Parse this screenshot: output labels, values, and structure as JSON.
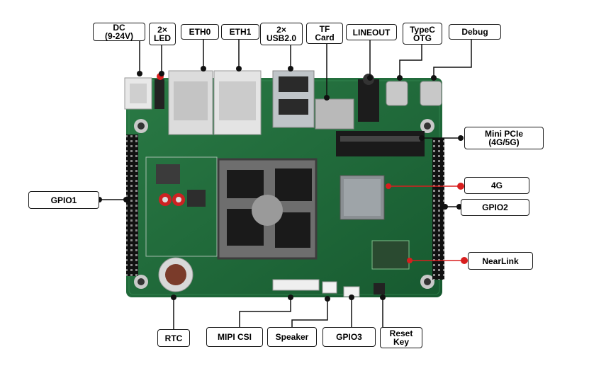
{
  "labels": {
    "dc": "DC\n(9-24V)",
    "led": "2×\nLED",
    "eth0": "ETH0",
    "eth1": "ETH1",
    "usb": "2×\nUSB2.0",
    "tf": "TF\nCard",
    "lineout": "LINEOUT",
    "typec": "TypeC\nOTG",
    "debug": "Debug",
    "minipcie": "Mini PCIe\n(4G/5G)",
    "g4": "4G",
    "gpio2": "GPIO2",
    "nearlink": "NearLink",
    "gpio1": "GPIO1",
    "rtc": "RTC",
    "mipi": "MIPI CSI",
    "speaker": "Speaker",
    "gpio3": "GPIO3",
    "reset": "Reset\nKey"
  },
  "colors": {
    "pcb": "#1f6b3a",
    "pcb_dark": "#134a28",
    "connector_line": "#111111",
    "red_line": "#d81e1e"
  }
}
